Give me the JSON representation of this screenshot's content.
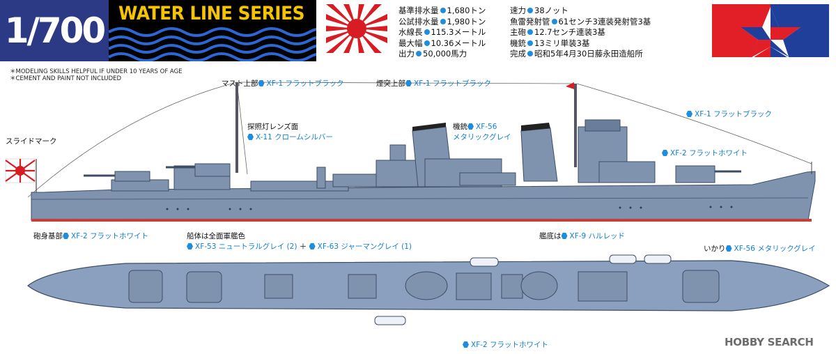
{
  "header": {
    "scale": "1/700",
    "series_title": "WATER LINE SERIES"
  },
  "notes": [
    "＊MODELING SKILLS HELPFUL IF UNDER 10 YEARS OF AGE",
    "＊CEMENT AND PAINT NOT INCLUDED"
  ],
  "specs": {
    "left": [
      {
        "key": "基準排水量",
        "value": "1,680トン"
      },
      {
        "key": "公試排水量",
        "value": "1,980トン"
      },
      {
        "key": "水線長",
        "value": "115.3メートル"
      },
      {
        "key": "最大幅",
        "value": "10.36メートル"
      },
      {
        "key": "出力",
        "value": "50,000馬力"
      }
    ],
    "right": [
      {
        "key": "速力",
        "value": "38ノット"
      },
      {
        "key": "魚雷発射管",
        "value": "61センチ3連装発射管3基"
      },
      {
        "key": "主砲",
        "value": "12.7センチ連装3基"
      },
      {
        "key": "機銃",
        "value": "13ミリ単装3基"
      },
      {
        "key": "完成",
        "value": "昭和5年4月30日藤永田造船所"
      }
    ]
  },
  "callouts": {
    "mast_top": {
      "key": "マスト上部",
      "paint": "XF-1 フラットブラック"
    },
    "funnel_top": {
      "key": "煙突上部",
      "paint": "XF-1 フラットブラック"
    },
    "searchlight": {
      "key": "探照灯レンズ面",
      "paint": "X-11 クロームシルバー"
    },
    "machine_gun": {
      "key": "機銃",
      "paint": "XF-56",
      "paint2": "メタリックグレイ"
    },
    "right_black": {
      "paint": "XF-1 フラットブラック"
    },
    "right_white": {
      "paint": "XF-2 フラットホワイト"
    },
    "slide_mark": {
      "key": "スライドマーク"
    },
    "barrel_base": {
      "key": "砲身基部",
      "paint": "XF-2 フラットホワイト"
    },
    "hull": {
      "key": "船体は全面軍艦色",
      "paint": "XF-53 ニュートラルグレイ (2)",
      "join": "＋",
      "paint2": "XF-63 ジャーマングレイ (1)"
    },
    "bottom": {
      "key": "艦底は",
      "paint": "XF-9 ハルレッド"
    },
    "anchor": {
      "key": "いかり",
      "paint": "XF-56 メタリックグレイ"
    },
    "deck_white": {
      "paint": "XF-2 フラットホワイト"
    }
  },
  "watermark": "HOBBY SEARCH",
  "colors": {
    "ship": "#7f93ae",
    "ship_dark": "#5e7290",
    "deck": "#8aa0be",
    "hull_red": "#c33f3a",
    "brand_blue": "#2c3a86",
    "series_yellow": "#f4c400",
    "callout_blue": "#1d8de0",
    "flag_red": "#d81c24"
  }
}
